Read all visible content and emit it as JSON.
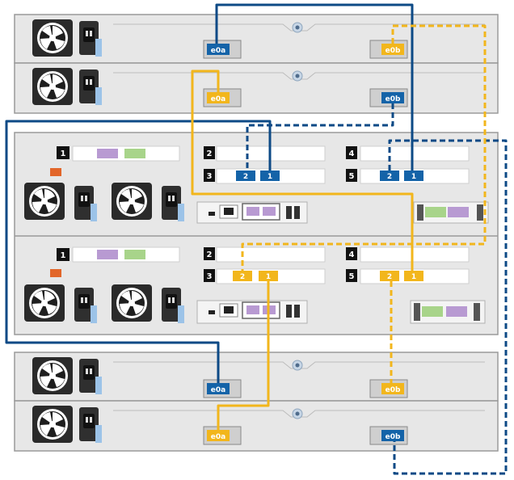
{
  "colors": {
    "blue_cable": "#0d4a86",
    "yellow_cable": "#f2b61c",
    "port_blue": "#1463a8",
    "port_yellow": "#f2b61c",
    "chassis": "#e7e7e7",
    "chassis_border": "#9a9a9a",
    "slot_green": "#a8d48a",
    "slot_purple": "#b89ad2",
    "fault_orange": "#e2662a"
  },
  "shelves": {
    "top_a": {
      "port_left": "e0a",
      "port_right": "e0b"
    },
    "top_b": {
      "port_left": "e0a",
      "port_right": "e0b"
    },
    "bottom_a": {
      "port_left": "e0a",
      "port_right": "e0b"
    },
    "bottom_b": {
      "port_left": "e0a",
      "port_right": "e0b"
    }
  },
  "controllers": {
    "upper": {
      "slot_labels": [
        "1",
        "2",
        "3",
        "4",
        "5"
      ],
      "slot3_ports": [
        "2",
        "1"
      ],
      "slot5_ports": [
        "2",
        "1"
      ]
    },
    "lower": {
      "slot_labels": [
        "1",
        "2",
        "3",
        "4",
        "5"
      ],
      "slot3_ports": [
        "2",
        "1"
      ],
      "slot5_ports": [
        "2",
        "1"
      ]
    }
  },
  "icons": {
    "psu": "power-supply-fan-icon",
    "ethernet": "ethernet-port-icon",
    "usb": "usb-port-icon",
    "fault": "fault-indicator-icon",
    "module_release": "module-release-button-icon"
  }
}
